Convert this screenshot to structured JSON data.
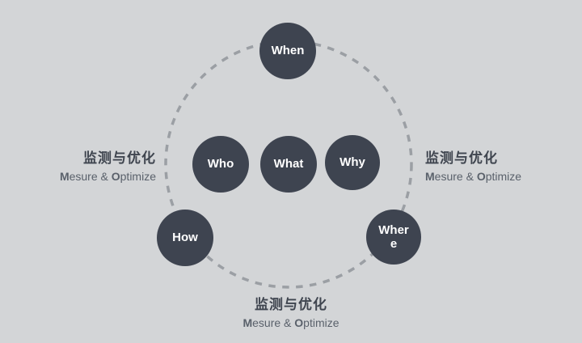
{
  "diagram": {
    "nodes": [
      {
        "id": "when",
        "label": "When"
      },
      {
        "id": "who",
        "label": "Who"
      },
      {
        "id": "what",
        "label": "What"
      },
      {
        "id": "why",
        "label": "Why"
      },
      {
        "id": "how",
        "label": "How"
      },
      {
        "id": "where",
        "label": "Where"
      }
    ],
    "measure_labels": [
      {
        "position": "left",
        "zh": "监测与优化",
        "en_bold_1": "M",
        "en_text_1": "esure & ",
        "en_bold_2": "O",
        "en_text_2": "ptimize"
      },
      {
        "position": "right",
        "zh": "监测与优化",
        "en_bold_1": "M",
        "en_text_1": "esure & ",
        "en_bold_2": "O",
        "en_text_2": "ptimize"
      },
      {
        "position": "bottom",
        "zh": "监测与优化",
        "en_bold_1": "M",
        "en_text_1": "esure & ",
        "en_bold_2": "O",
        "en_text_2": "ptimize"
      }
    ],
    "colors": {
      "background": "#d3d5d7",
      "node_fill": "#3e4450",
      "node_text": "#ffffff",
      "dashed_ring": "#9b9fa4",
      "label_zh": "#3f454f",
      "label_en": "#5a616b"
    }
  }
}
